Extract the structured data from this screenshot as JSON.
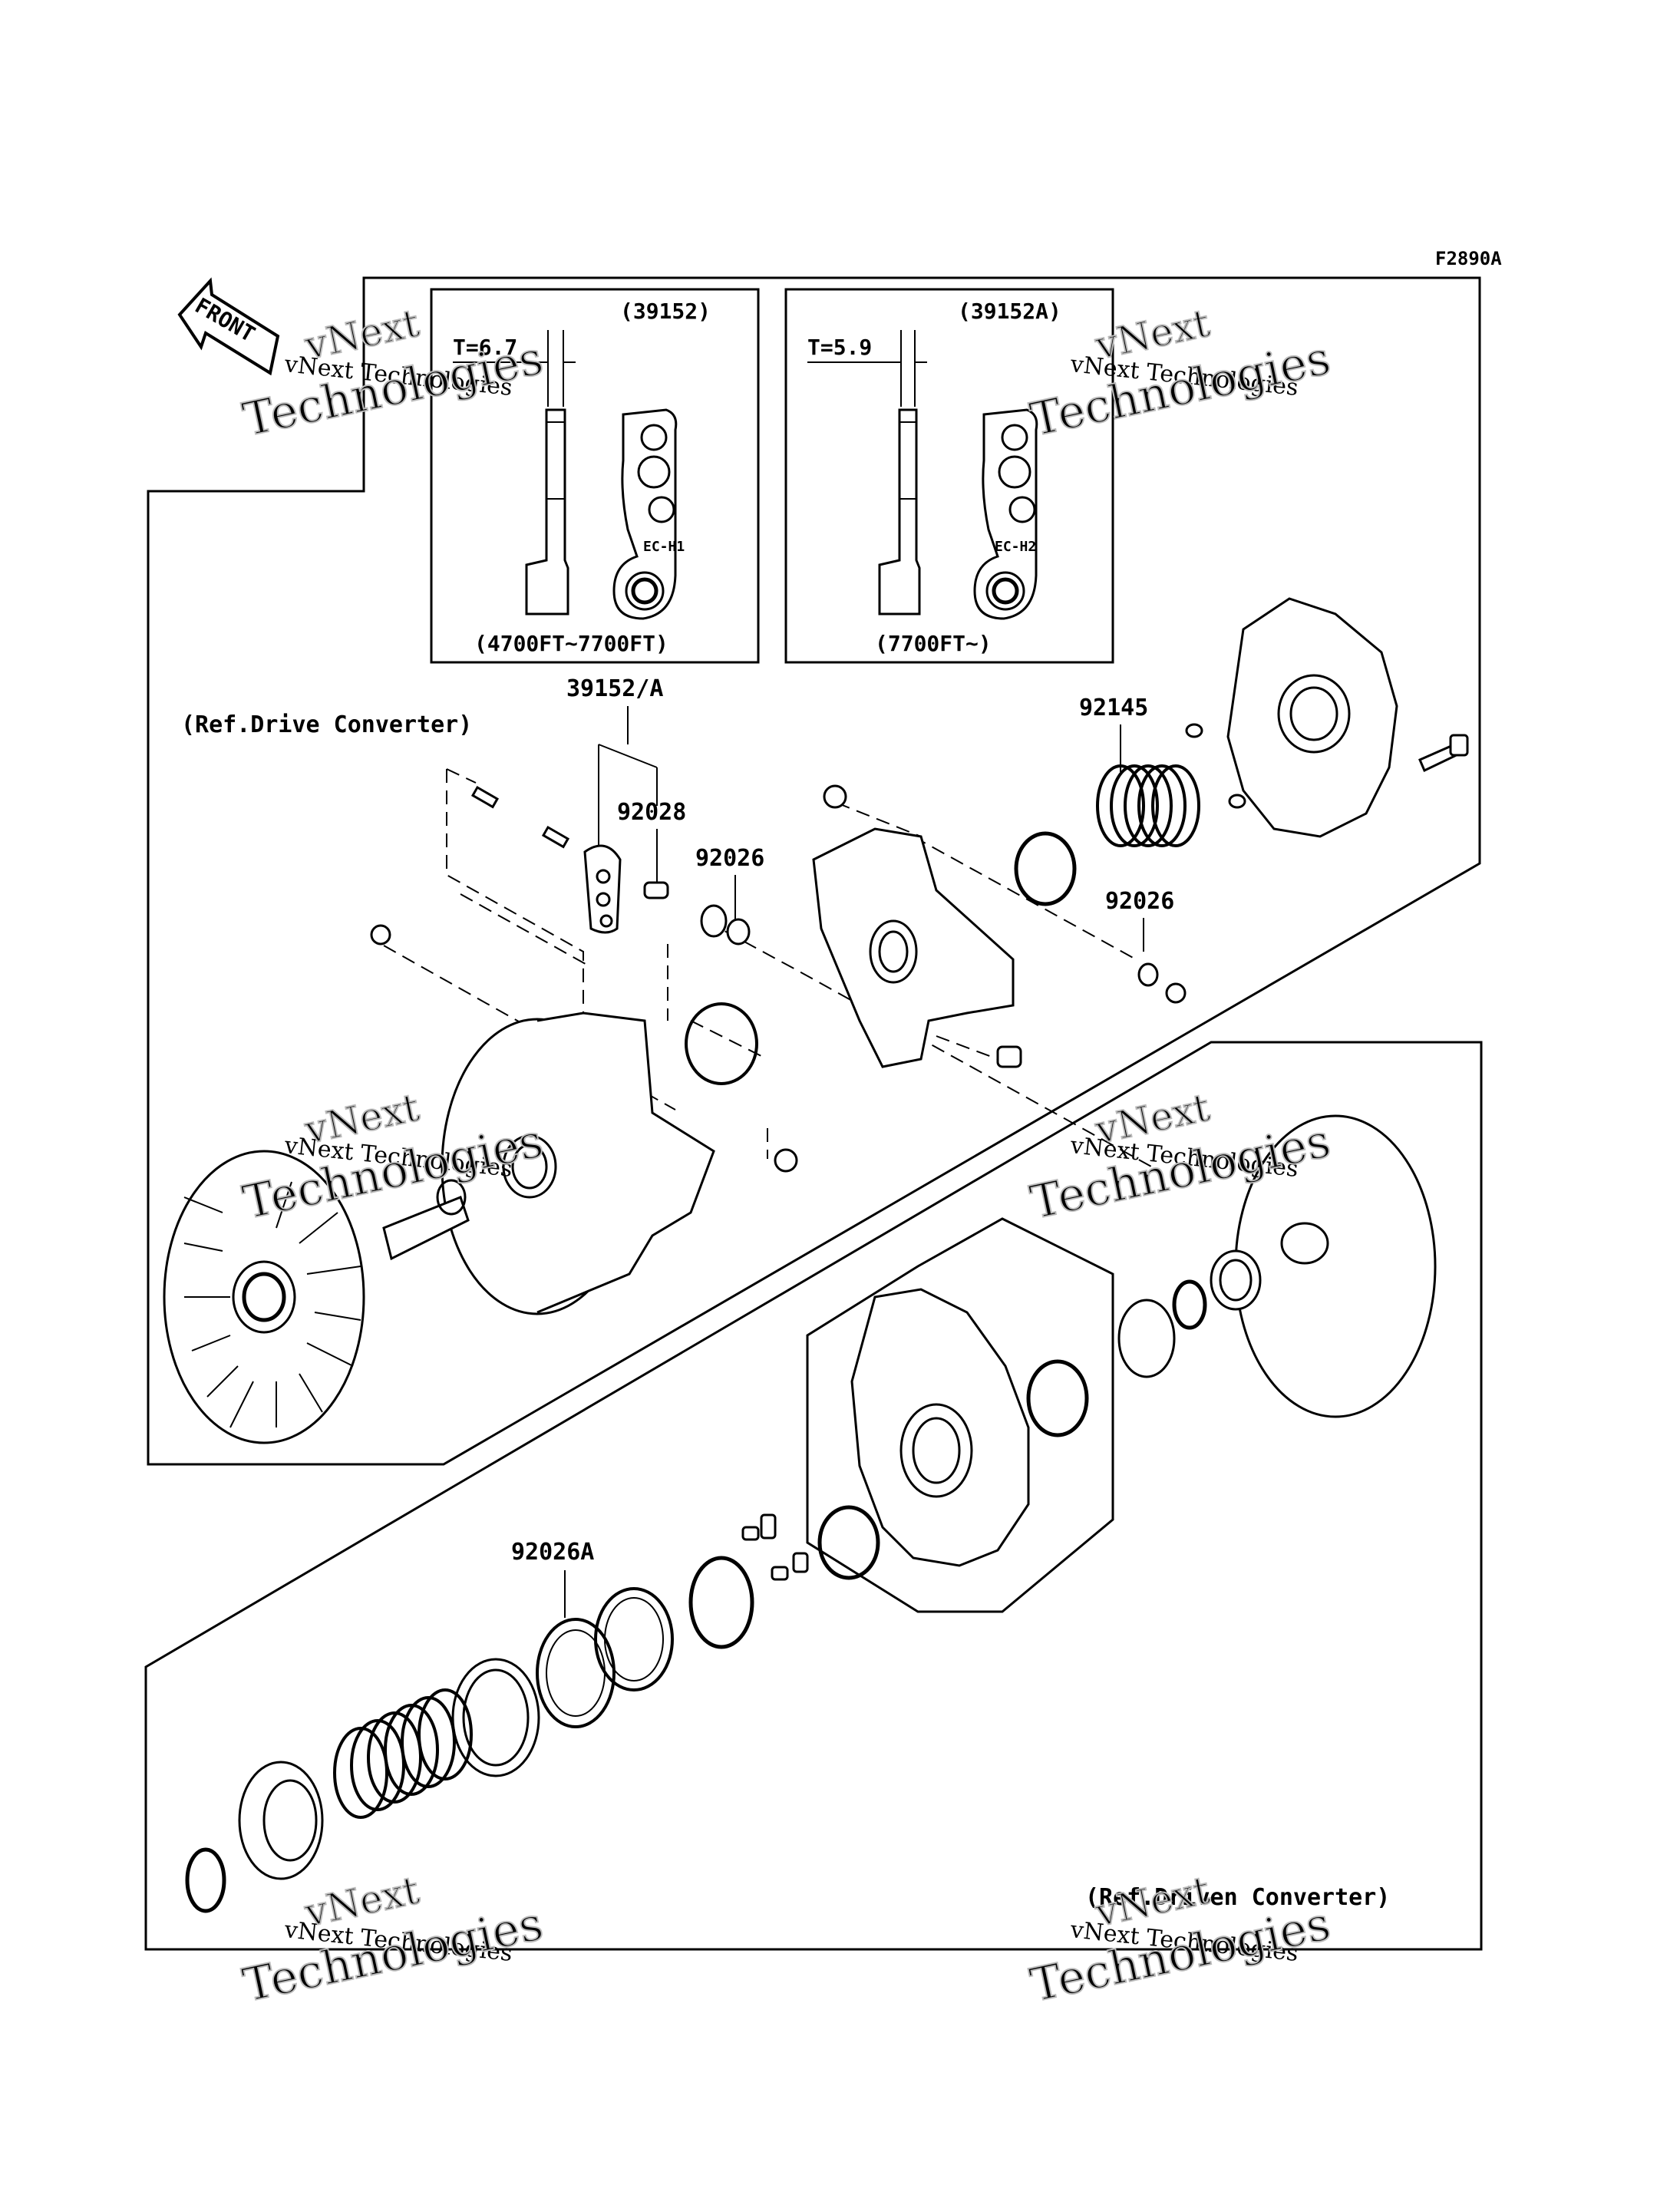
{
  "figure_code": "F2890A",
  "front_label": "FRONT",
  "inset_left": {
    "code": "(39152)",
    "thickness": "T=6.7",
    "mark": "EC-H1",
    "range": "(4700FT~7700FT)"
  },
  "inset_right": {
    "code": "(39152A)",
    "thickness": "T=5.9",
    "mark": "EC-H2",
    "range": "(7700FT~)"
  },
  "ref_drive": "(Ref.Drive Converter)",
  "ref_driven": "(Ref.Driven Converter)",
  "callouts": {
    "c39152a": "39152/A",
    "c92028": "92028",
    "c92026_left": "92026",
    "c92145": "92145",
    "c92026_right": "92026",
    "c92026a": "92026A"
  },
  "watermark": {
    "line1": "vNext Technologies",
    "line2a": "vNext",
    "line2b": "Technologies"
  }
}
